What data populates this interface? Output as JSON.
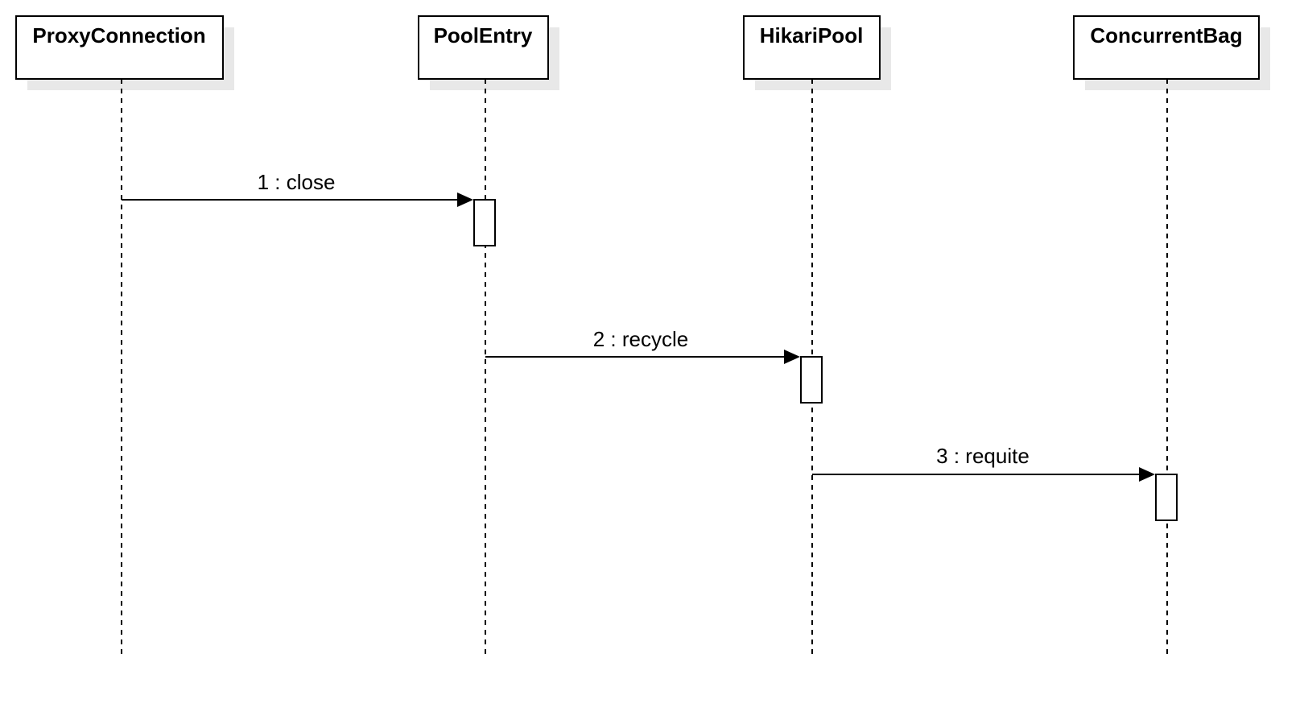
{
  "diagram": {
    "type": "sequence",
    "participants": [
      {
        "id": "proxy-connection",
        "name": "ProxyConnection"
      },
      {
        "id": "pool-entry",
        "name": "PoolEntry"
      },
      {
        "id": "hikari-pool",
        "name": "HikariPool"
      },
      {
        "id": "concurrent-bag",
        "name": "ConcurrentBag"
      }
    ],
    "messages": [
      {
        "from": "proxy-connection",
        "to": "pool-entry",
        "label": "1 : close"
      },
      {
        "from": "pool-entry",
        "to": "hikari-pool",
        "label": "2 : recycle"
      },
      {
        "from": "hikari-pool",
        "to": "concurrent-bag",
        "label": "3 : requite"
      }
    ],
    "colors": {
      "stroke": "#000000",
      "box_fill": "#ffffff",
      "shadow": "#e8e8e8"
    }
  }
}
